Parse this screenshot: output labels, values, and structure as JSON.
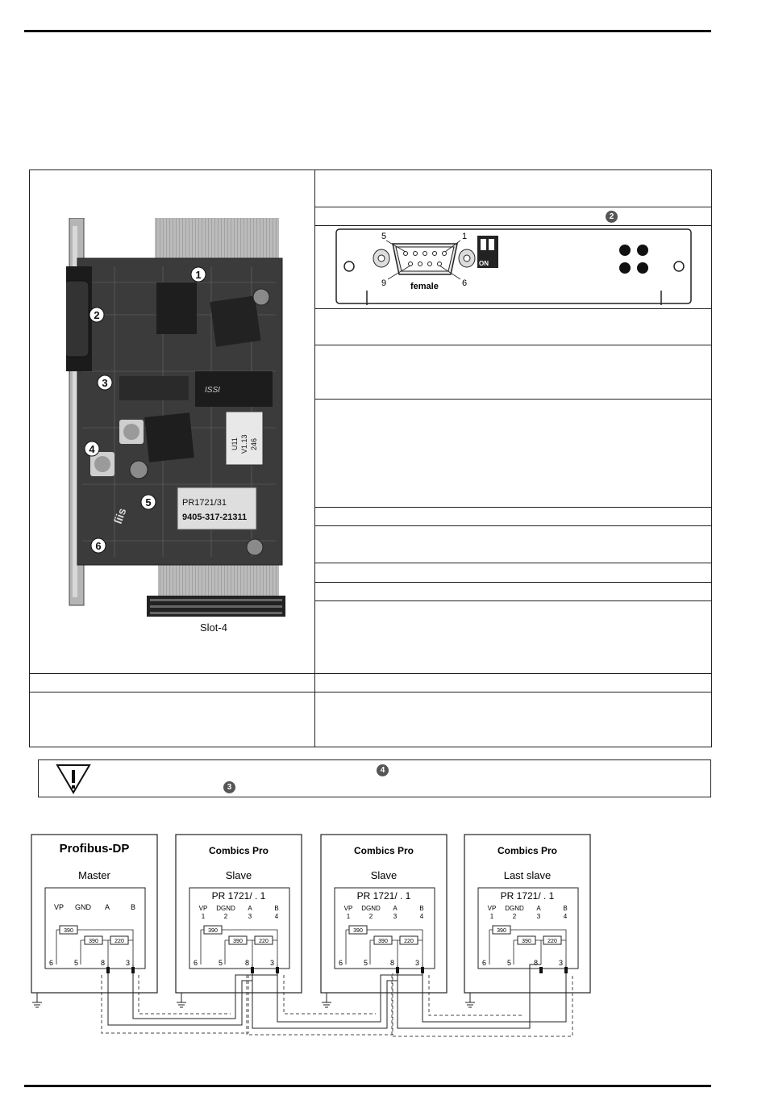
{
  "photo": {
    "slot_label": "Slot-4",
    "callouts": [
      "1",
      "2",
      "3",
      "4",
      "5",
      "6"
    ],
    "label_line1": "PR1721/31",
    "label_line2": "9405-317-21311",
    "chip_label": "ISSI",
    "chip2_lines": [
      "U11",
      "V1.13",
      "246"
    ],
    "brand": "ſiis"
  },
  "table": {
    "connector_ref_badge": "2"
  },
  "connector": {
    "pin_tl": "5",
    "pin_tr": "1",
    "pin_bl": "9",
    "pin_br": "6",
    "gender": "female",
    "dip_label": "ON"
  },
  "warning": {
    "icon": "warning-triangle-icon",
    "badge_a": "4",
    "badge_b": "3"
  },
  "diagram": {
    "master": {
      "title": "Profibus-DP",
      "role": "Master",
      "pins": [
        "VP",
        "GND",
        "A",
        "B"
      ],
      "terms": [
        "6",
        "5",
        "8",
        "3"
      ],
      "resistors": [
        "390",
        "390",
        "220"
      ]
    },
    "slaves": [
      {
        "brand": "Combics Pro",
        "role": "Slave",
        "module": "PR 1721/ . 1",
        "pins": [
          "VP",
          "DGND",
          "A",
          "B"
        ],
        "pin_nums": [
          "1",
          "2",
          "3",
          "4"
        ],
        "terms": [
          "6",
          "5",
          "8",
          "3"
        ],
        "resistors": [
          "390",
          "390",
          "220"
        ]
      },
      {
        "brand": "Combics Pro",
        "role": "Slave",
        "module": "PR 1721/ . 1",
        "pins": [
          "VP",
          "DGND",
          "A",
          "B"
        ],
        "pin_nums": [
          "1",
          "2",
          "3",
          "4"
        ],
        "terms": [
          "6",
          "5",
          "8",
          "3"
        ],
        "resistors": [
          "390",
          "390",
          "220"
        ]
      },
      {
        "brand": "Combics Pro",
        "role": "Last slave",
        "module": "PR 1721/ . 1",
        "pins": [
          "VP",
          "DGND",
          "A",
          "B"
        ],
        "pin_nums": [
          "1",
          "2",
          "3",
          "4"
        ],
        "terms": [
          "6",
          "5",
          "8",
          "3"
        ],
        "resistors": [
          "390",
          "390",
          "220"
        ]
      }
    ]
  }
}
